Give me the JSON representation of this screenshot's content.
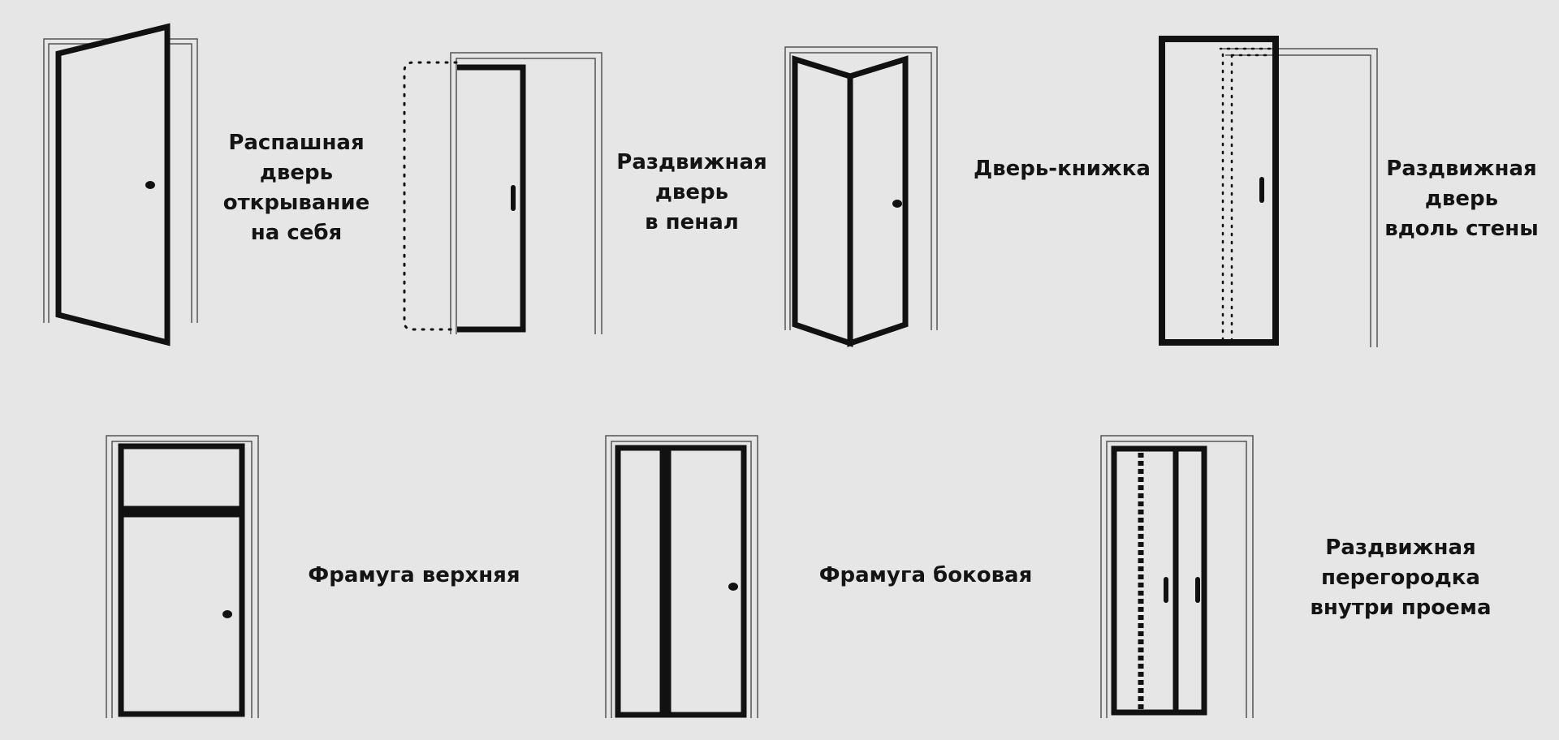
{
  "colors": {
    "background": "#e6e6e6",
    "door_stroke": "#111111",
    "frame_stroke": "#555555",
    "text": "#141414"
  },
  "captions": {
    "swing_door": [
      "Распашная",
      "дверь",
      "открывание",
      "на себя"
    ],
    "pocket_door": [
      "Раздвижная",
      "дверь",
      "в пенал"
    ],
    "bifold_door": [
      "Дверь-книжка"
    ],
    "wall_slide_door": [
      "Раздвижная",
      "дверь",
      "вдоль стены"
    ],
    "top_transom": [
      "Фрамуга верхняя"
    ],
    "side_transom": [
      "Фрамуга боковая"
    ],
    "sliding_partition": [
      "Раздвижная",
      "перегородка",
      "внутри проема"
    ]
  }
}
